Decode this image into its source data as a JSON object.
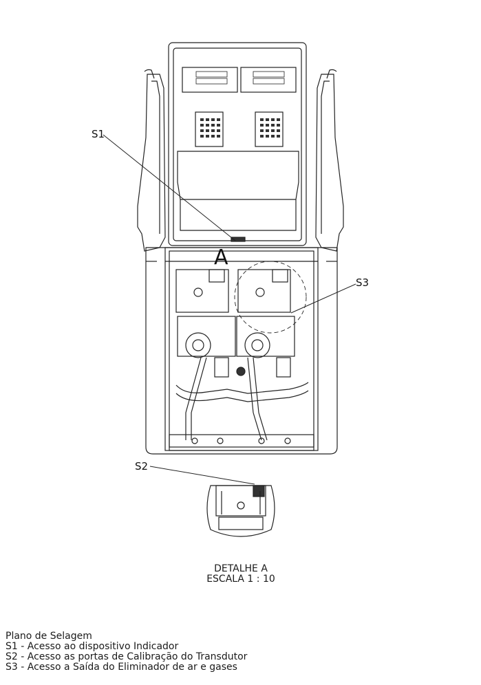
{
  "callouts": {
    "s1": "S1",
    "s2": "S2",
    "s3": "S3",
    "detail_marker": "A"
  },
  "detail": {
    "title": "DETALHE A",
    "scale": "ESCALA 1 : 10"
  },
  "legend": {
    "heading": "Plano de Selagem",
    "items": [
      "S1 - Acesso ao dispositivo Indicador",
      "S2 - Acesso as portas de Calibração do Transdutor",
      "S3 - Acesso a Saída do Eliminador de ar e gases"
    ]
  }
}
